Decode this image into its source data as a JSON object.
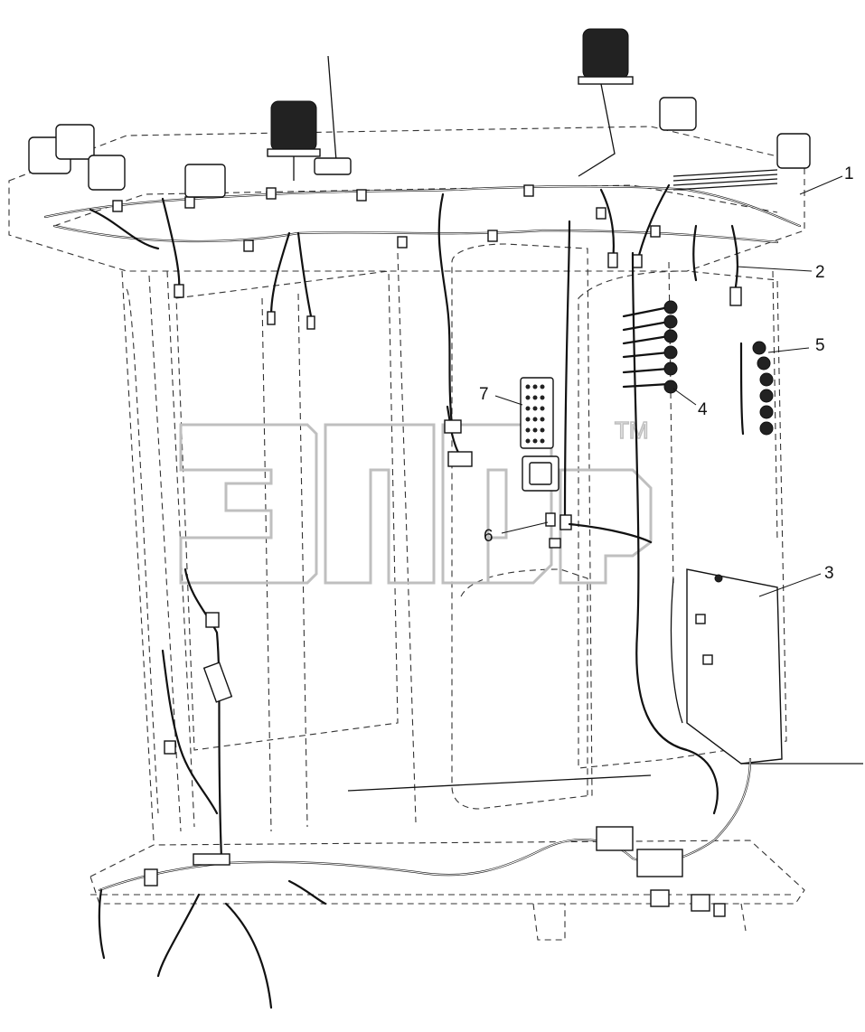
{
  "diagram": {
    "callouts": [
      {
        "id": "1",
        "label": "1"
      },
      {
        "id": "2",
        "label": "2"
      },
      {
        "id": "3",
        "label": "3"
      },
      {
        "id": "4",
        "label": "4"
      },
      {
        "id": "5",
        "label": "5"
      },
      {
        "id": "6",
        "label": "6"
      },
      {
        "id": "7",
        "label": "7"
      }
    ],
    "watermark": {
      "trademark": "TM"
    },
    "colors": {
      "line": "#111111",
      "watermark": "#bfbfbf",
      "background": "#ffffff"
    }
  }
}
